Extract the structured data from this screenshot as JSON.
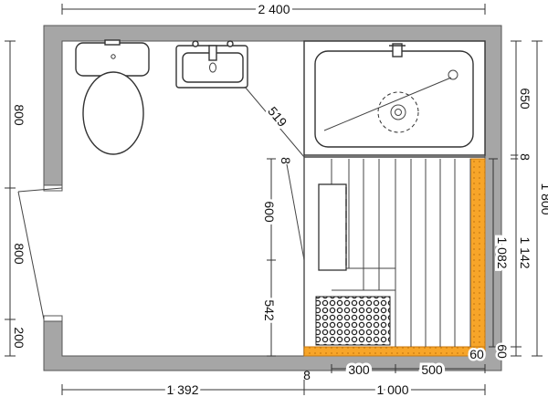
{
  "dimensions": {
    "top_total": "2 400",
    "bottom_left": "1 392",
    "bottom_right": "1 000",
    "bottom_gap": "8",
    "left_upper": "800",
    "left_middle": "800",
    "left_lower": "200",
    "right_total": "1 800",
    "right_bath": "650",
    "right_gap": "8",
    "right_sauna_outer": "1 142",
    "right_lower": "60",
    "sauna_height": "1 082",
    "sauna_corner": "60",
    "inner_upper": "600",
    "inner_lower": "542",
    "inner_top": "8",
    "diagonal": "519",
    "bench_a": "300",
    "bench_b": "500"
  },
  "colors": {
    "wall": "#a6a6a6",
    "insulation": "#f7a529",
    "stones": "#333333"
  }
}
